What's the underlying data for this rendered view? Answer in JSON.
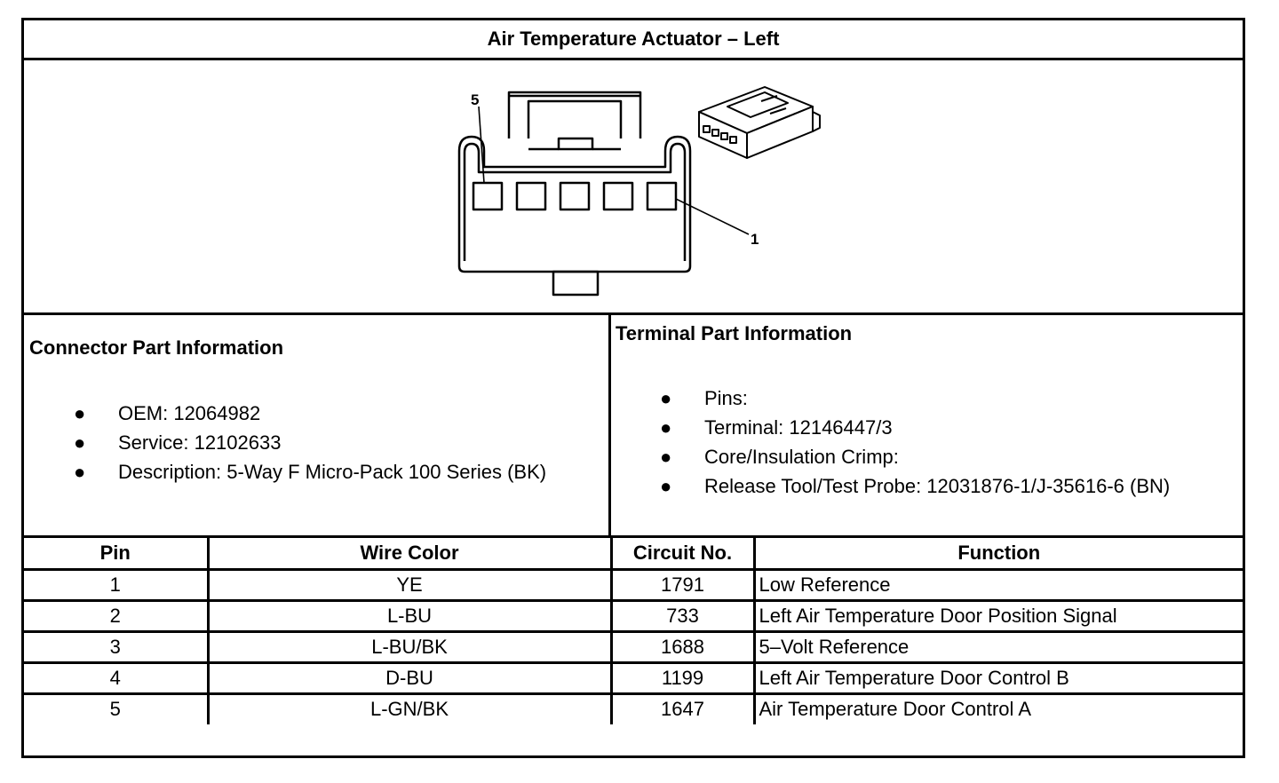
{
  "title": "Air Temperature Actuator – Left",
  "diagram": {
    "pin_callouts": [
      "5",
      "1"
    ]
  },
  "connector_info": {
    "heading": "Connector Part Information",
    "items": [
      "OEM: 12064982",
      "Service: 12102633",
      "Description: 5-Way F Micro-Pack 100 Series (BK)"
    ]
  },
  "terminal_info": {
    "heading": "Terminal Part Information",
    "items": [
      "Pins:",
      "Terminal: 12146447/3",
      "Core/Insulation Crimp:",
      "Release Tool/Test Probe: 12031876-1/J-35616-6 (BN)"
    ]
  },
  "table": {
    "headers": [
      "Pin",
      "Wire Color",
      "Circuit No.",
      "Function"
    ],
    "rows": [
      {
        "pin": "1",
        "wire_color": "YE",
        "circuit": "1791",
        "function": "Low Reference"
      },
      {
        "pin": "2",
        "wire_color": "L-BU",
        "circuit": "733",
        "function": "Left Air Temperature Door Position Signal"
      },
      {
        "pin": "3",
        "wire_color": "L-BU/BK",
        "circuit": "1688",
        "function": "5–Volt Reference"
      },
      {
        "pin": "4",
        "wire_color": "D-BU",
        "circuit": "1199",
        "function": "Left Air Temperature Door Control B"
      },
      {
        "pin": "5",
        "wire_color": "L-GN/BK",
        "circuit": "1647",
        "function": "Air Temperature Door Control A"
      }
    ]
  }
}
